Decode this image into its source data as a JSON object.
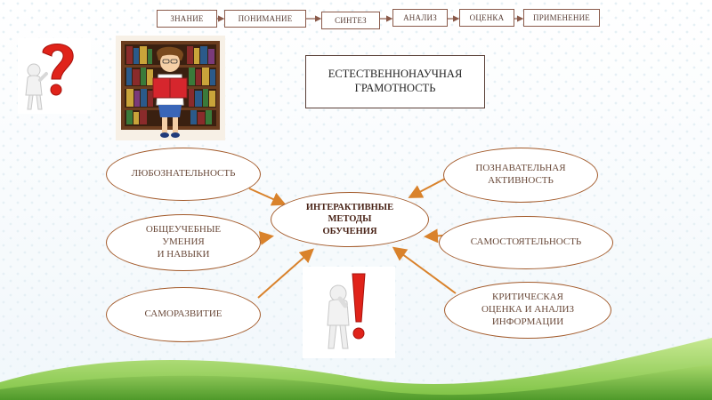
{
  "steps": [
    {
      "label": "ЗНАНИЕ"
    },
    {
      "label": "ПОНИМАНИЕ"
    },
    {
      "label": "СИНТЕЗ"
    },
    {
      "label": "АНАЛИЗ"
    },
    {
      "label": "ОЦЕНКА"
    },
    {
      "label": "ПРИМЕНЕНИЕ"
    }
  ],
  "title": "ЕСТЕСТВЕННОНАУЧНАЯ ГРАМОТНОСТЬ",
  "center": "ИНТЕРАКТИВНЫЕ\nМЕТОДЫ\nОБУЧЕНИЯ",
  "ovals": {
    "top_left": "ЛЮБОЗНАТЕЛЬНОСТЬ",
    "mid_left": "ОБЩЕУЧЕБНЫЕ\nУМЕНИЯ\nИ НАВЫКИ",
    "bottom_left": "САМОРАЗВИТИЕ",
    "top_right": "ПОЗНАВАТЕЛЬНАЯ\nАКТИВНОСТЬ",
    "mid_right": "САМОСТОЯТЕЛЬНОСТЬ",
    "bottom_right": "КРИТИЧЕСКАЯ\nОЦЕНКА И АНАЛИЗ\nИНФОРМАЦИИ"
  },
  "colors": {
    "arrow": "#d9822b",
    "oval_border": "#a35a2a",
    "step_border": "#8a5a4a",
    "question_mark": "#e0231a",
    "exclamation_mark": "#e0231a",
    "grass": "#7cc242"
  },
  "icons": {
    "question": "question-person-icon",
    "exclamation": "exclamation-person-icon",
    "teacher": "teacher-bookshelf-icon"
  }
}
